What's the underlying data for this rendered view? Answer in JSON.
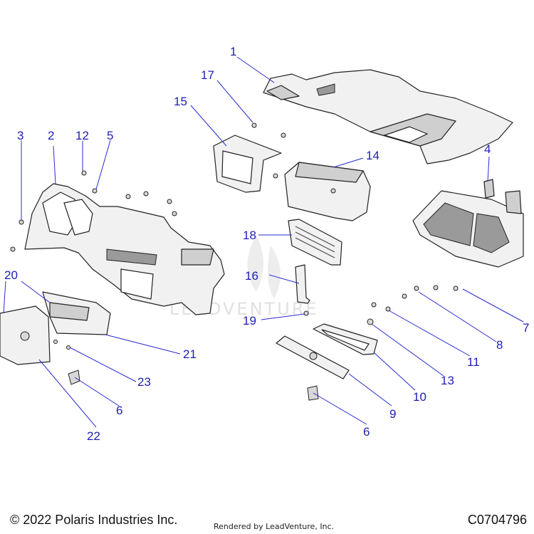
{
  "callouts": [
    {
      "id": "1",
      "text": "1"
    },
    {
      "id": "2",
      "text": "2"
    },
    {
      "id": "3",
      "text": "3"
    },
    {
      "id": "4",
      "text": "4"
    },
    {
      "id": "5",
      "text": "5"
    },
    {
      "id": "6a",
      "text": "6"
    },
    {
      "id": "6b",
      "text": "6"
    },
    {
      "id": "7",
      "text": "7"
    },
    {
      "id": "8",
      "text": "8"
    },
    {
      "id": "9",
      "text": "9"
    },
    {
      "id": "10",
      "text": "10"
    },
    {
      "id": "11",
      "text": "11"
    },
    {
      "id": "12",
      "text": "12"
    },
    {
      "id": "13",
      "text": "13"
    },
    {
      "id": "14",
      "text": "14"
    },
    {
      "id": "15",
      "text": "15"
    },
    {
      "id": "16",
      "text": "16"
    },
    {
      "id": "17",
      "text": "17"
    },
    {
      "id": "18",
      "text": "18"
    },
    {
      "id": "19",
      "text": "19"
    },
    {
      "id": "20",
      "text": "20"
    },
    {
      "id": "21",
      "text": "21"
    },
    {
      "id": "22",
      "text": "22"
    },
    {
      "id": "23",
      "text": "23"
    }
  ],
  "watermark": "LEADVENTURE",
  "footer": {
    "copyright": "© 2022 Polaris Industries Inc.",
    "rendered_by": "Rendered by LeadVenture, Inc.",
    "diagram_code": "C0704796"
  },
  "colors": {
    "callout": "#1d1db5",
    "leader": "#2a2ad0",
    "line": "#222222"
  }
}
